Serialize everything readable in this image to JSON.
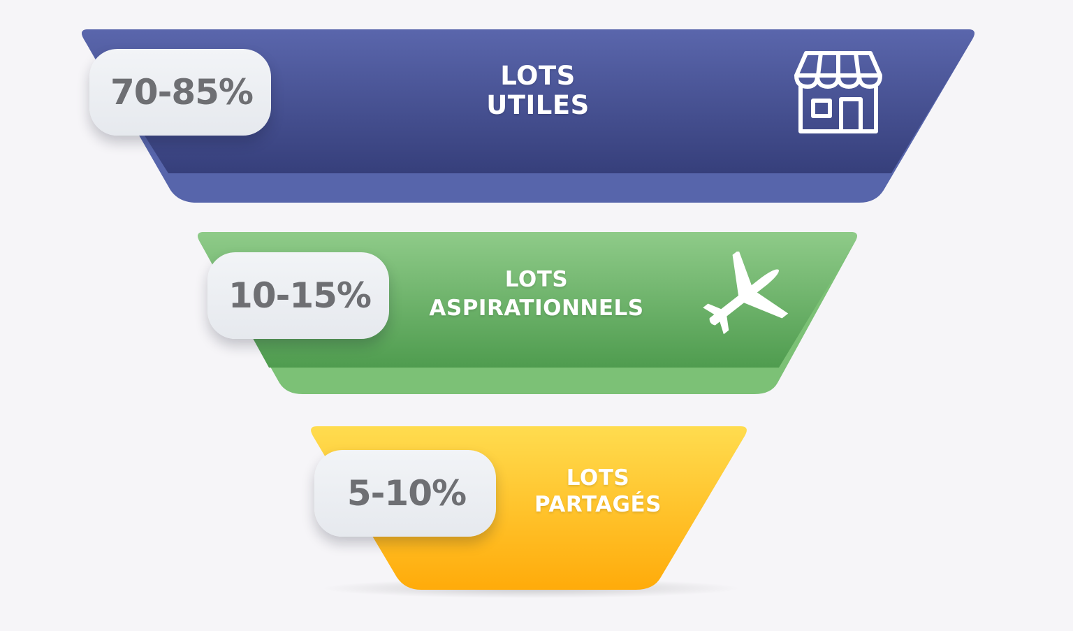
{
  "tiers": [
    {
      "percentage": "70-85%",
      "label_line1": "LOTS",
      "label_line2": "UTILES",
      "icon": "storefront-icon",
      "color": "#4a5497"
    },
    {
      "percentage": "10-15%",
      "label_line1": "LOTS",
      "label_line2": "ASPIRATIONNELS",
      "icon": "airplane-icon",
      "color": "#62ab5d"
    },
    {
      "percentage": "5-10%",
      "label_line1": "LOTS",
      "label_line2": "PARTAGÉS",
      "icon": "",
      "color": "#ffbe1f"
    }
  ]
}
